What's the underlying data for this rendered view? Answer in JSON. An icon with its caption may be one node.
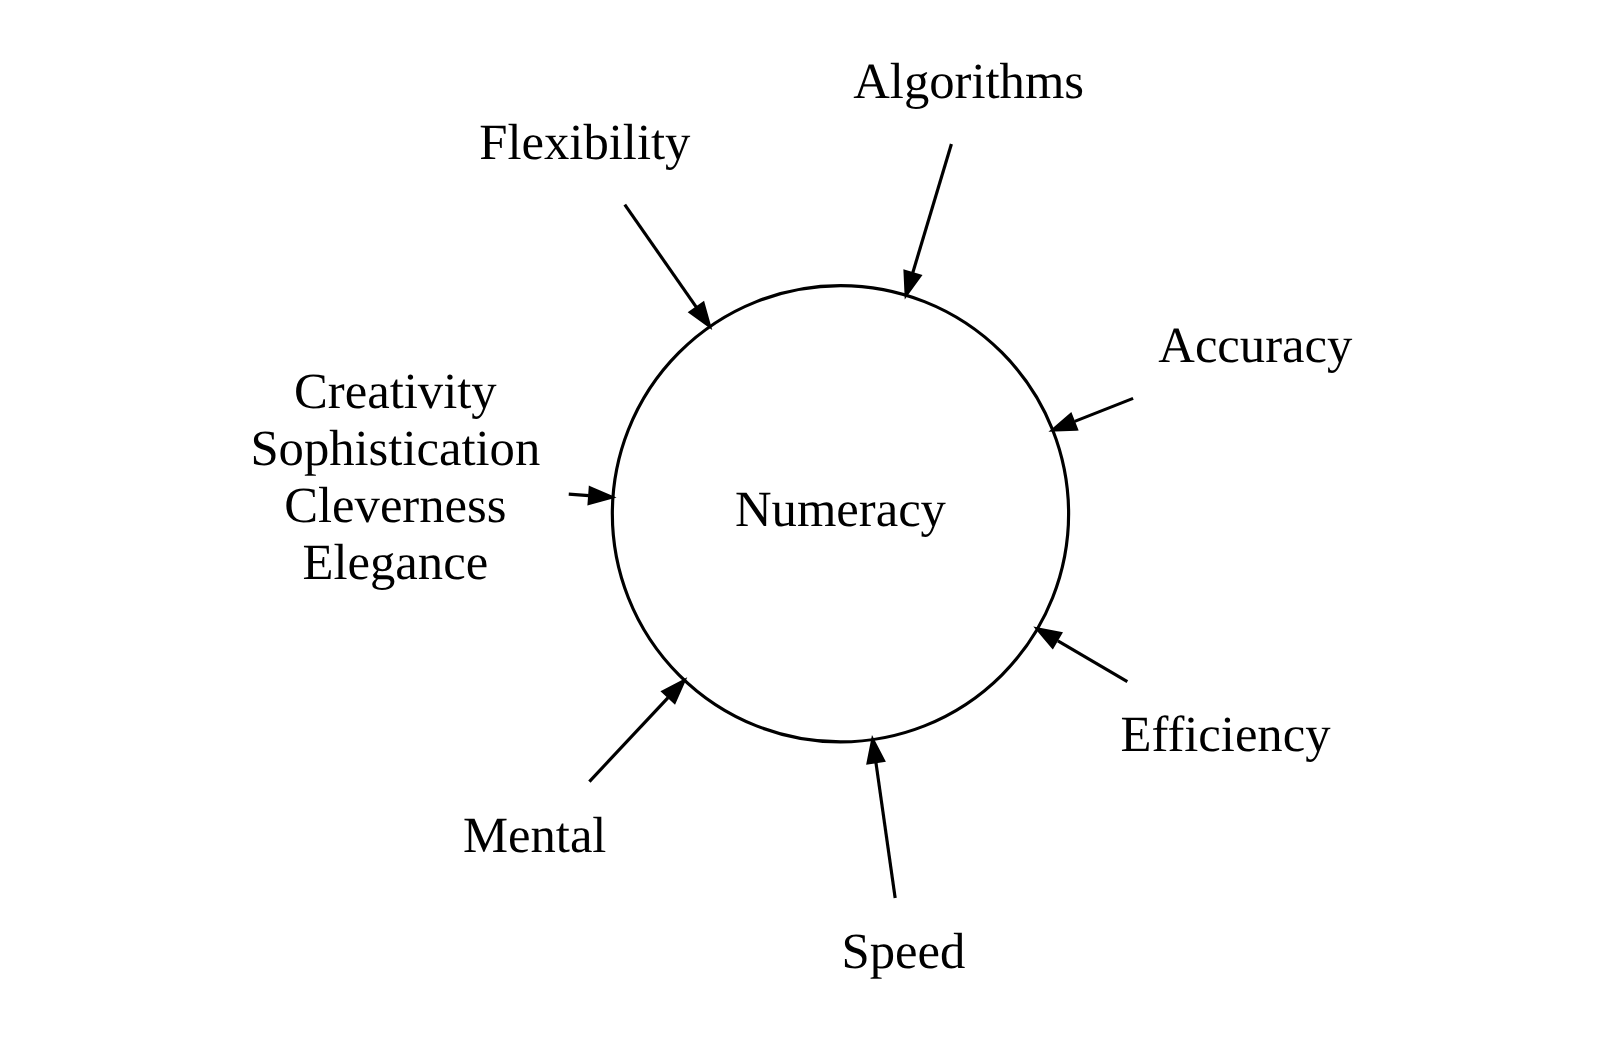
{
  "diagram": {
    "nodes": [
      {
        "text": [
          "Flexibility"
        ]
      },
      {
        "text": [
          "Accuracy"
        ]
      },
      {
        "text": [
          "Speed"
        ]
      },
      {
        "text": [
          "Numeracy"
        ]
      },
      {
        "text": [
          "Algorithms"
        ]
      },
      {
        "text": [
          "Creativity",
          "Sophistication",
          "Cleverness",
          "Elegance"
        ]
      },
      {
        "text": [
          "Mental"
        ]
      },
      {
        "text": [
          "Efficiency"
        ]
      }
    ],
    "edges": [
      {
        "from": 0,
        "to": 3,
        "arrow": "to"
      },
      {
        "from": 1,
        "to": 3,
        "arrow": "to"
      },
      {
        "from": 2,
        "to": 3,
        "arrow": "to"
      },
      {
        "from": 4,
        "to": 3,
        "arrow": "to"
      },
      {
        "from": 5,
        "to": 3,
        "arrow": "to"
      },
      {
        "from": 6,
        "to": 3,
        "arrow": "to"
      },
      {
        "from": 7,
        "to": 3,
        "arrow": "to"
      }
    ]
  }
}
